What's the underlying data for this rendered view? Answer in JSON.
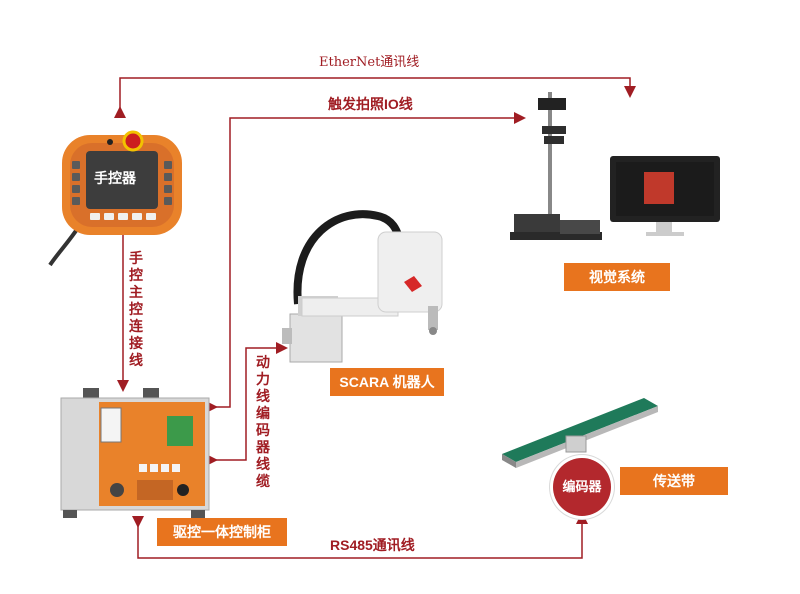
{
  "connections": {
    "ethernet": "EtherNet通讯线",
    "trigger_io": "触发拍照IO线",
    "pendant_cable": "手控主控连接线",
    "power_encoder": "动力线编码器线缆",
    "rs485": "RS485通讯线"
  },
  "nodes": {
    "pendant": "手控器",
    "scara": "SCARA 机器人",
    "vision": "视觉系统",
    "controller": "驱控一体控制柜",
    "encoder": "编码器",
    "conveyor": "传送带"
  },
  "colors": {
    "line": "#a01d23",
    "tag_bg": "#e8741e",
    "encoder_bg": "#b3282d"
  }
}
